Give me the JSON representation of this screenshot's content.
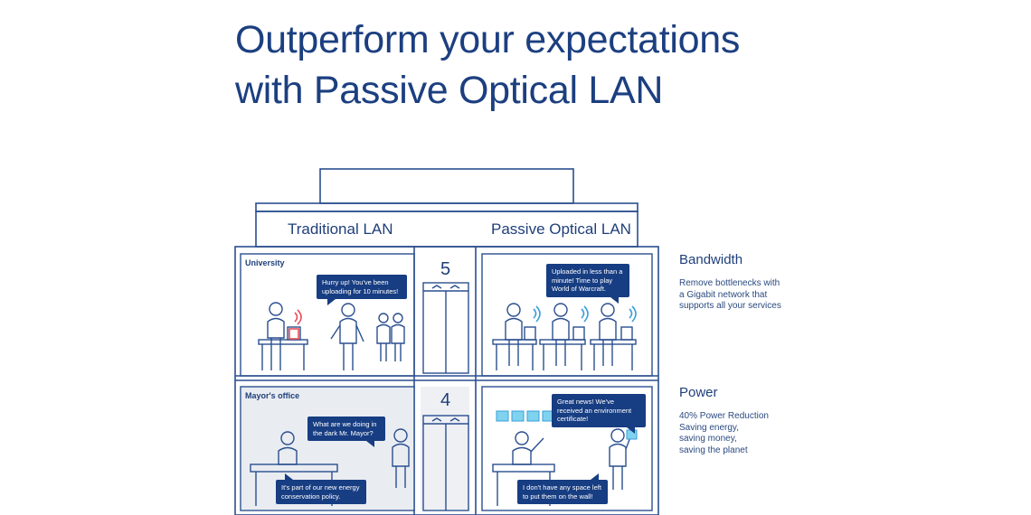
{
  "title": {
    "line1": "Outperform your expectations",
    "line2": "with Passive Optical LAN"
  },
  "columns": {
    "left": "Traditional LAN",
    "right": "Passive Optical LAN"
  },
  "floors": [
    {
      "number": "5",
      "room": "University",
      "left_bubble": "Hurry up! You've been uploading for 10 minutes!",
      "right_bubble": "Uploaded in less than a minute! Time to play World of Warcraft."
    },
    {
      "number": "4",
      "room": "Mayor's office",
      "left_bubble_top": "What are we doing in the dark Mr. Mayor?",
      "left_bubble_bottom": "It's part of our new energy conservation policy.",
      "right_bubble_top": "Great news! We've received an environment certificate!",
      "right_bubble_bottom": "I don't have any space left to put them on the wall!"
    }
  ],
  "side": {
    "bandwidth_heading": "Bandwidth",
    "bandwidth_text": [
      "Remove bottlenecks with",
      "a Gigabit network that",
      "supports all your services"
    ],
    "power_heading": "Power",
    "power_text": [
      "40% Power Reduction",
      "Saving energy,",
      "saving money,",
      "saving the planet"
    ]
  },
  "colors": {
    "line": "#2a4f8f",
    "bubble": "#173d82",
    "dark_room": "#e9ecf1",
    "wifi_red": "#e8505b",
    "wifi_blue": "#3a9fd8",
    "certificate": "#7fd3ef"
  }
}
